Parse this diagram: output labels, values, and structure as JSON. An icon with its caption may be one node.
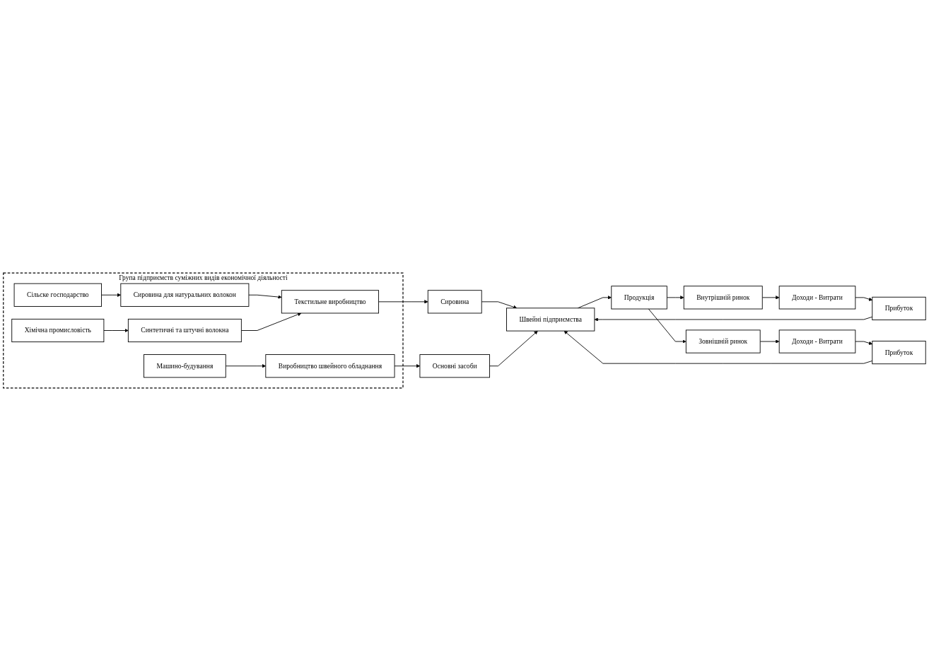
{
  "diagram": {
    "nodes": [
      {
        "text": [
          "Група підприємств суміжних видів економічної діяльності"
        ]
      },
      {
        "text": [
          "Сільске господарство"
        ],
        "in": 0
      },
      {
        "text": [
          "Сировина для натуральних волокон"
        ],
        "in": 0
      },
      {
        "text": [
          "Текстильне виробництво"
        ],
        "in": 0
      },
      {
        "text": [
          "Хімічна промисловість"
        ],
        "in": 0
      },
      {
        "text": [
          "Синтетичні та штучні волокна"
        ],
        "in": 0
      },
      {
        "text": [
          "Машино-будування"
        ],
        "in": 0
      },
      {
        "text": [
          "Виробництво швейного обладнання"
        ],
        "in": 0
      },
      {
        "text": [
          "Сировина"
        ]
      },
      {
        "text": [
          "Основні засоби"
        ]
      },
      {
        "text": [
          "Прибуток"
        ]
      },
      {
        "text": [
          "Швейні підприємства"
        ]
      },
      {
        "text": [
          "Доходи - Витрати"
        ]
      },
      {
        "text": [
          "Внутрішній ринок"
        ]
      },
      {
        "text": [
          "Продукція"
        ]
      },
      {
        "text": [
          "Зовнішній ринок"
        ]
      },
      {
        "text": [
          "Прибуток"
        ]
      },
      {
        "text": [
          "Доходи - Витрати"
        ]
      }
    ],
    "edges": [
      {
        "from": 1,
        "to": 2,
        "arrow": "to"
      },
      {
        "from": 2,
        "to": 3,
        "arrow": "to"
      },
      {
        "from": 4,
        "to": 5,
        "arrow": "to"
      },
      {
        "from": 5,
        "to": 3,
        "arrow": "to"
      },
      {
        "from": 6,
        "to": 7,
        "arrow": "to"
      },
      {
        "from": 3,
        "to": 8,
        "arrow": "to"
      },
      {
        "from": 7,
        "to": 9,
        "arrow": "to"
      },
      {
        "from": 8,
        "to": 11,
        "arrow": "to"
      },
      {
        "from": 9,
        "to": 11,
        "arrow": "to"
      },
      {
        "from": 10,
        "to": 11,
        "arrow": "to"
      },
      {
        "from": 11,
        "to": 14,
        "arrow": "to"
      },
      {
        "from": 14,
        "to": 13,
        "arrow": "to"
      },
      {
        "from": 13,
        "to": 12,
        "arrow": "to"
      },
      {
        "from": 12,
        "to": 10,
        "arrow": "to"
      },
      {
        "from": 14,
        "to": 15,
        "arrow": "to"
      },
      {
        "from": 15,
        "to": 17,
        "arrow": "to"
      },
      {
        "from": 17,
        "to": 16,
        "arrow": "to"
      },
      {
        "from": 16,
        "to": 11,
        "arrow": "to"
      }
    ]
  }
}
